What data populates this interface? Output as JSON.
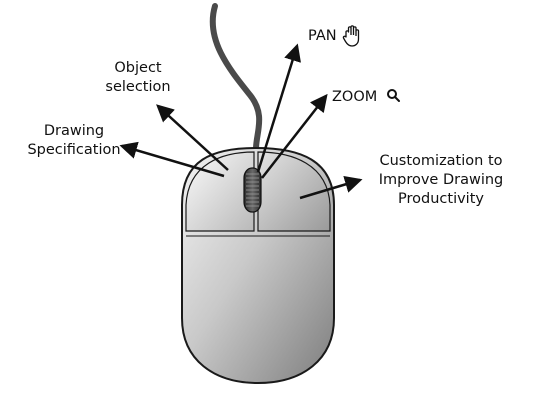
{
  "diagram": {
    "labels": {
      "pan": "PAN",
      "zoom": "ZOOM",
      "object_selection_line1": "Object",
      "object_selection_line2": "selection",
      "drawing_specification_line1": "Drawing",
      "drawing_specification_line2": "Specification",
      "customization_line1": "Customization to",
      "customization_line2": "Improve Drawing",
      "customization_line3": "Productivity"
    },
    "icons": {
      "pan": "hand-icon",
      "zoom": "magnifier-icon"
    },
    "colors": {
      "arrow": "#111111",
      "cable": "#4a4a4a",
      "mouse_outline": "#1a1a1a",
      "mouse_body_light": "#f2f2f2",
      "mouse_body_dark": "#8c8c8c"
    }
  }
}
